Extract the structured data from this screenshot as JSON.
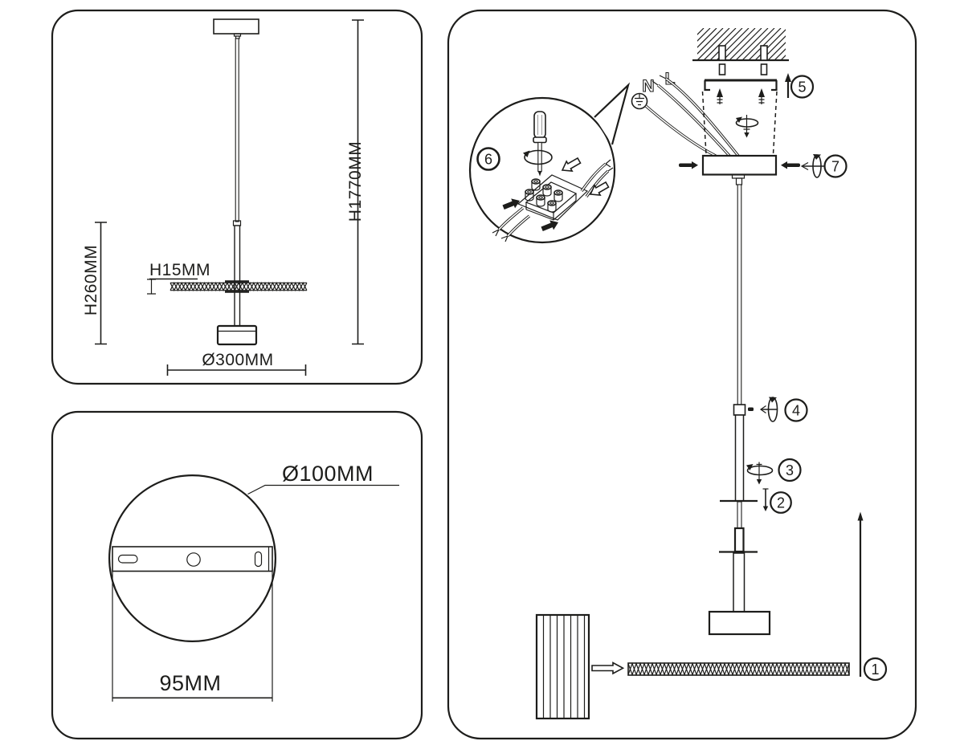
{
  "panel_side_view": {
    "height_total": "H1770MM",
    "height_fixture": "H260MM",
    "disc_thickness": "H15MM",
    "disc_diameter": "Ø300MM"
  },
  "panel_canopy_view": {
    "canopy_diameter": "Ø100MM",
    "mount_hole_spacing": "95MM"
  },
  "panel_installation": {
    "label_neutral": "N",
    "label_live": "L",
    "steps": [
      "1",
      "2",
      "3",
      "4",
      "5",
      "6",
      "7"
    ]
  },
  "colors": {
    "line": "#1d1d1b",
    "background": "#ffffff"
  }
}
